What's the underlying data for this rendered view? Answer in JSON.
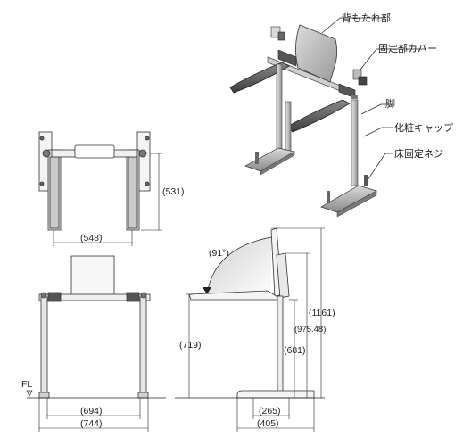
{
  "part_labels": {
    "backrest": "背もたれ部",
    "cover": "固定部カバー",
    "leg": "脚",
    "cap": "化粧キャップ",
    "screw": "床固定ネジ"
  },
  "dimensions": {
    "top_height": "(531)",
    "top_width": "(548)",
    "inner_width": "(694)",
    "outer_width": "(744)",
    "angle": "(91°)",
    "total_height": "(1161)",
    "back_height": "(975.48)",
    "seat_height": "(719)",
    "leg_height": "(681)",
    "base_inner": "(265)",
    "base_outer": "(405)",
    "floor_line": "FL"
  }
}
